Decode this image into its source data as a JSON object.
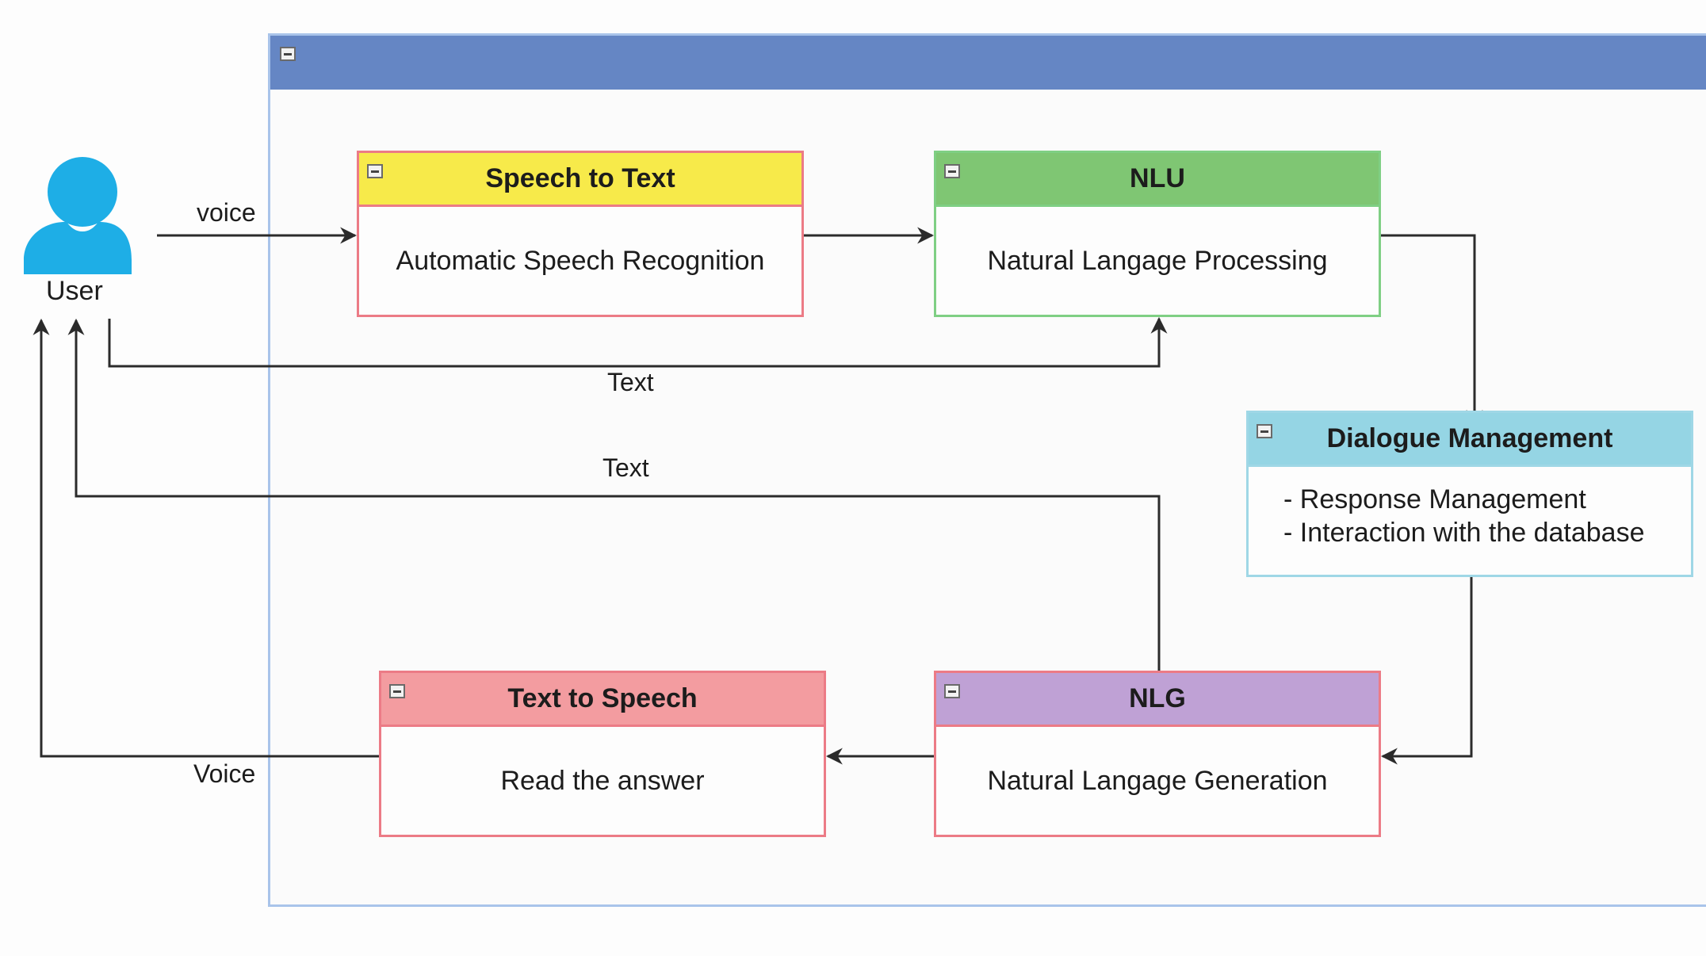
{
  "user": {
    "label": "User",
    "icon": "user-icon",
    "icon_color": "#1eaee6"
  },
  "container": {
    "header_color": "#6586c4"
  },
  "boxes": {
    "speech_to_text": {
      "title": "Speech to Text",
      "body": "Automatic Speech Recognition",
      "header_color": "#f7ea4a"
    },
    "nlu": {
      "title": "NLU",
      "body": "Natural Langage Processing",
      "header_color": "#7fc673"
    },
    "dialogue_management": {
      "title": "Dialogue Management",
      "items": [
        "- Response Management",
        "- Interaction with the database"
      ],
      "header_color": "#95d5e4"
    },
    "nlg": {
      "title": "NLG",
      "body": "Natural Langage Generation",
      "header_color": "#bfa1d5"
    },
    "text_to_speech": {
      "title": "Text to Speech",
      "body": "Read the answer",
      "header_color": "#f39ca0"
    }
  },
  "edges": {
    "voice_in": "voice",
    "text_user_to_nlu": "Text",
    "text_nlg_to_user": "Text",
    "voice_out": "Voice"
  }
}
